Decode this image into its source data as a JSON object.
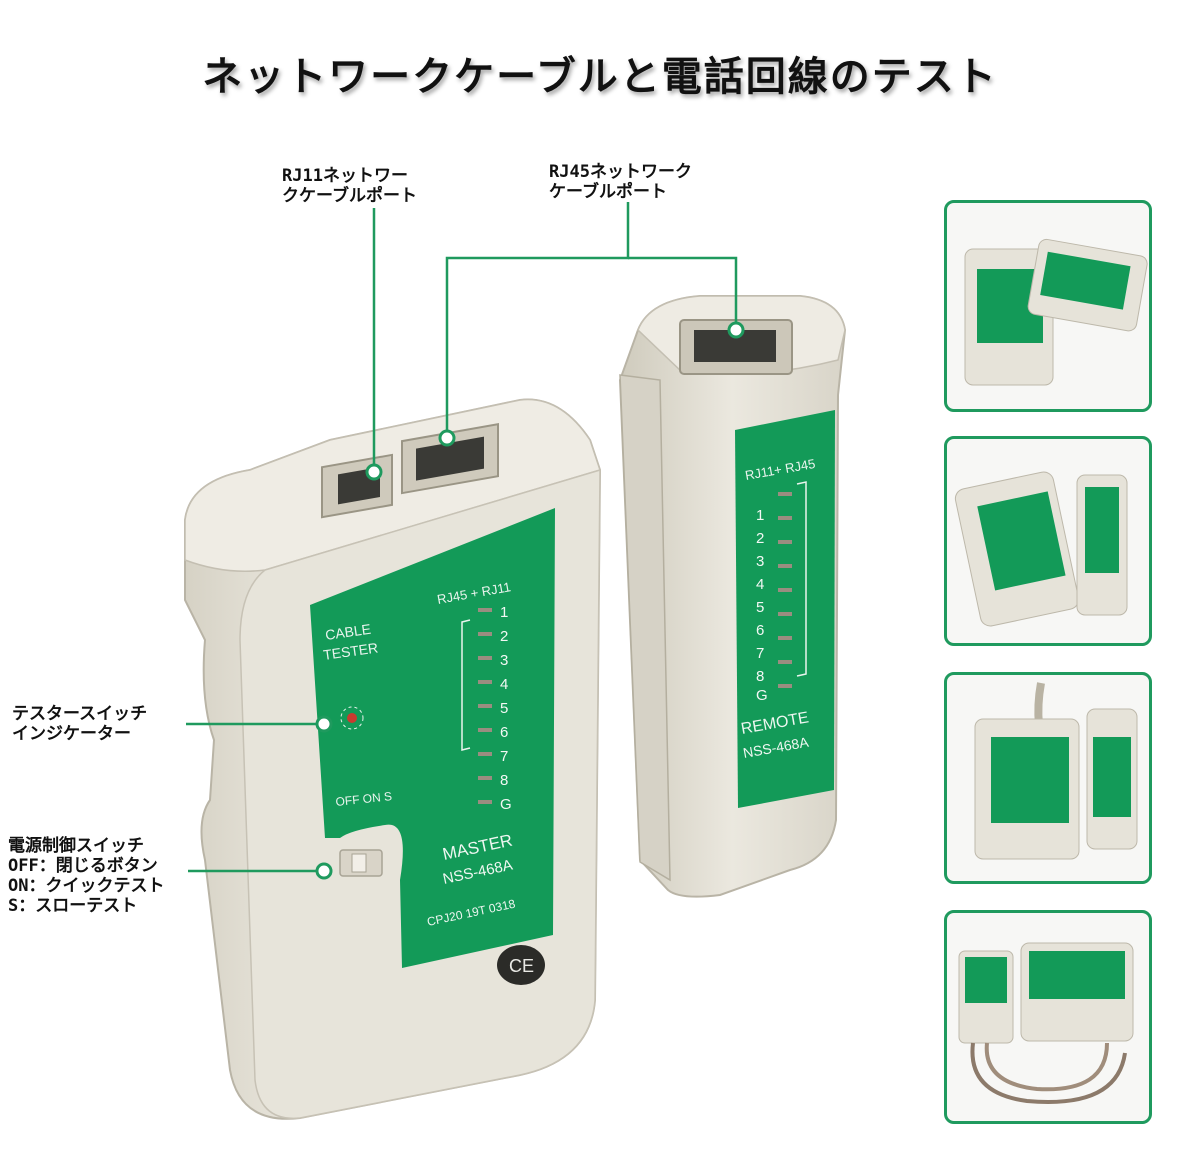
{
  "title": "ネットワークケーブルと電話回線のテスト",
  "callouts": {
    "rj11": [
      "RJ11ネットワー",
      "クケーブルポート"
    ],
    "rj45": [
      "RJ45ネットワーク",
      "ケーブルポート"
    ],
    "indicator": [
      "テスタースイッチ",
      "インジケーター"
    ],
    "power": [
      "電源制御スイッチ",
      "OFF：閉じるボタン",
      "ON：クイックテスト",
      "S：スローテスト"
    ]
  },
  "master": {
    "cable_tester": [
      "CABLE",
      "TESTER"
    ],
    "port_label": "RJ45 + RJ11",
    "led_numbers": [
      "1",
      "2",
      "3",
      "4",
      "5",
      "6",
      "7",
      "8",
      "G"
    ],
    "switch_label": "OFF ON S",
    "model": [
      "MASTER",
      "NSS-468A"
    ],
    "serial": "CPJ20 19T 0318",
    "mark": "CE"
  },
  "remote": {
    "port_label": "RJ11+ RJ45",
    "led_numbers": [
      "1",
      "2",
      "3",
      "4",
      "5",
      "6",
      "7",
      "8",
      "G"
    ],
    "model": [
      "REMOTE",
      "NSS-468A"
    ]
  },
  "colors": {
    "accent": "#1f9a5e",
    "panel_green": "#139a58",
    "device_body": "#e4e1d6"
  },
  "thumbnails": [
    {
      "name": "product-photo-1"
    },
    {
      "name": "product-photo-2"
    },
    {
      "name": "product-photo-3"
    },
    {
      "name": "product-photo-4"
    }
  ]
}
